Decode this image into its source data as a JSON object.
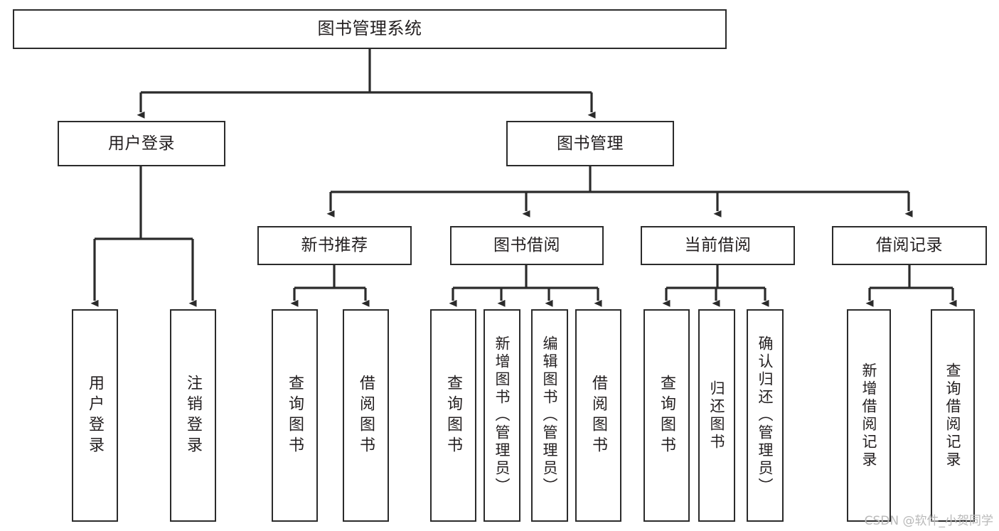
{
  "diagram": {
    "title": "图书管理系统",
    "type": "tree-hierarchy-chart",
    "root": {
      "label": "图书管理系统"
    },
    "level2": [
      {
        "label": "用户登录"
      },
      {
        "label": "图书管理"
      }
    ],
    "level3": [
      {
        "label": "新书推荐"
      },
      {
        "label": "图书借阅"
      },
      {
        "label": "当前借阅"
      },
      {
        "label": "借阅记录"
      }
    ],
    "leaves": {
      "user_login": [
        {
          "label": "用户登录"
        },
        {
          "label": "注销登录"
        }
      ],
      "new_book_recommend": [
        {
          "label": "查询图书"
        },
        {
          "label": "借阅图书"
        }
      ],
      "book_borrow": [
        {
          "label": "查询图书"
        },
        {
          "label": "新增图书（管理员）"
        },
        {
          "label": "编辑图书（管理员）"
        },
        {
          "label": "借阅图书"
        }
      ],
      "current_borrow": [
        {
          "label": "查询图书"
        },
        {
          "label": "归还图书"
        },
        {
          "label": "确认归还（管理员）"
        }
      ],
      "borrow_record": [
        {
          "label": "新增借阅记录"
        },
        {
          "label": "查询借阅记录"
        }
      ]
    }
  },
  "watermark": {
    "text": "CSDN @软件_小贺同学"
  },
  "colors": {
    "stroke": "#2b2b2b",
    "text": "#231f20",
    "background": "#ffffff",
    "watermark": "#b9b9b9"
  }
}
